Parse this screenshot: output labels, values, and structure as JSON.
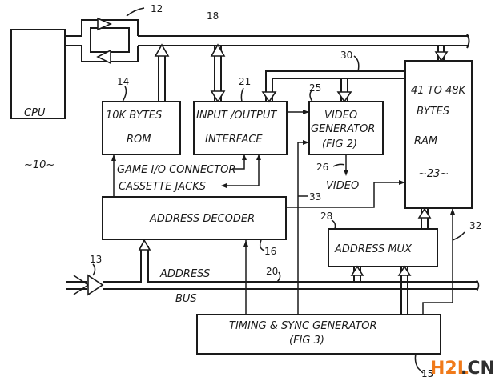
{
  "diagram": {
    "blocks": {
      "cpu": {
        "label": "CPU",
        "ref": "~10~"
      },
      "rom": {
        "line1": "10K BYTES",
        "line2": "ROM",
        "ref": "14"
      },
      "io": {
        "line1": "INPUT /OUTPUT",
        "line2": "INTERFACE",
        "ref": "21"
      },
      "video_gen": {
        "line1": "VIDEO",
        "line2": "GENERATOR",
        "line3": "(FIG 2)",
        "ref": "25"
      },
      "ram": {
        "line1": "41 TO 48K",
        "line2": "BYTES",
        "line3": "RAM",
        "ref": "~23~"
      },
      "address_decoder": {
        "label": "ADDRESS DECODER",
        "ref": "16"
      },
      "address_mux": {
        "label": "ADDRESS MUX",
        "ref": "28"
      },
      "timing": {
        "line1": "TIMING & SYNC GENERATOR",
        "line2": "(FIG 3)",
        "ref": "15"
      }
    },
    "refs": {
      "bidirectional_buffer": "12",
      "data_bus": "18",
      "address_buffer": "13",
      "address_bus": "20",
      "video_output": "26",
      "ram_data_bus": "30",
      "line_33": "33",
      "line_32": "32"
    },
    "labels": {
      "game_io": "GAME I/O CONNECTOR",
      "cassette": "CASSETTE JACKS",
      "video": "VIDEO",
      "address": "ADDRESS",
      "bus": "BUS"
    }
  },
  "watermark": {
    "part1": "H2L",
    "part2": ".CN"
  }
}
